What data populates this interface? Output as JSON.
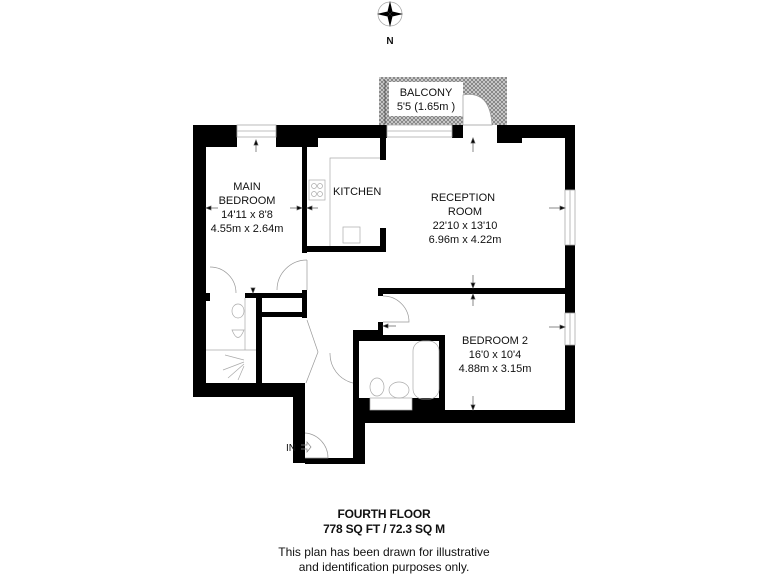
{
  "compass": {
    "label": "N",
    "icon": "compass-rose-icon"
  },
  "rooms": {
    "balcony": {
      "name": "BALCONY",
      "dims_imperial": "5'5 (1.65m )"
    },
    "main_bedroom": {
      "name_line1": "MAIN",
      "name_line2": "BEDROOM",
      "dims_imperial": "14'11 x 8'8",
      "dims_metric": "4.55m x 2.64m"
    },
    "kitchen": {
      "name": "KITCHEN"
    },
    "reception": {
      "name_line1": "RECEPTION",
      "name_line2": "ROOM",
      "dims_imperial": "22'10 x 13'10",
      "dims_metric": "6.96m x 4.22m"
    },
    "bedroom2": {
      "name": "BEDROOM 2",
      "dims_imperial": "16'0 x 10'4",
      "dims_metric": "4.88m x 3.15m"
    }
  },
  "entrance": {
    "label": "IN"
  },
  "footer": {
    "floor": "FOURTH FLOOR",
    "area": "778  SQ FT / 72.3 SQ M",
    "disclaimer_line1": "This plan has been drawn for illustrative",
    "disclaimer_line2": "and identification purposes only."
  },
  "colors": {
    "wall": "#000000",
    "fixture": "#9a9a9a",
    "hatch": "#8c8c8c"
  }
}
